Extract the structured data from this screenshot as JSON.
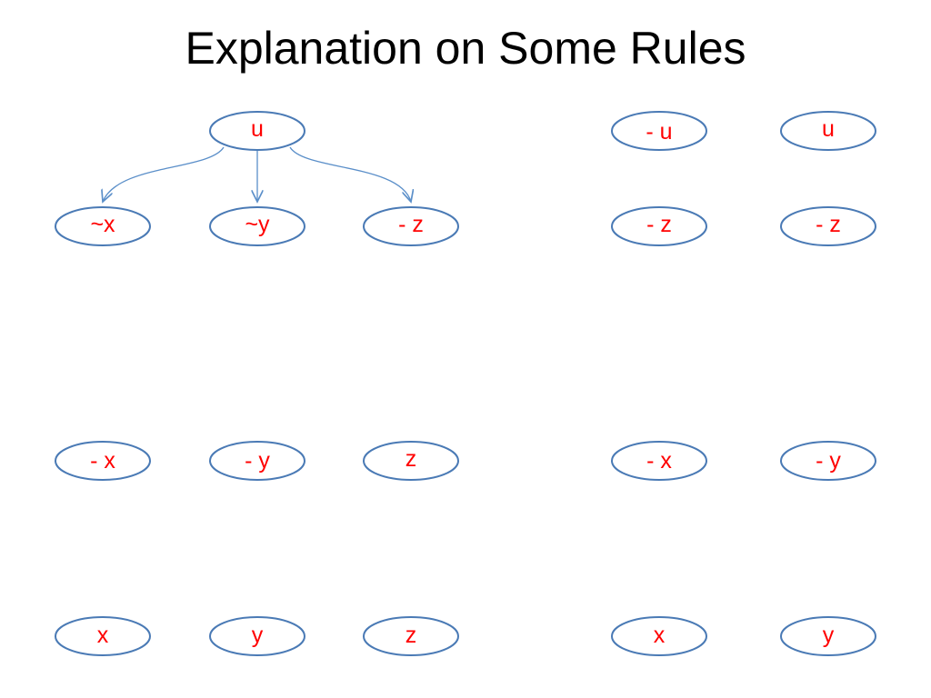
{
  "title": "Explanation on Some Rules",
  "colors": {
    "node_border": "#4a7ab5",
    "node_text": "#ff0000",
    "arrow": "#5b8fc9"
  },
  "left_group": {
    "root": "u",
    "row1": [
      "~x",
      "~y",
      "- z"
    ],
    "row2": [
      "- x",
      "- y",
      "z"
    ],
    "row3": [
      "x",
      "y",
      "z"
    ]
  },
  "right_group": {
    "row0": [
      "- u",
      "u"
    ],
    "row1": [
      "- z",
      "- z"
    ],
    "row2": [
      "- x",
      "- y"
    ],
    "row3": [
      "x",
      "y"
    ]
  }
}
